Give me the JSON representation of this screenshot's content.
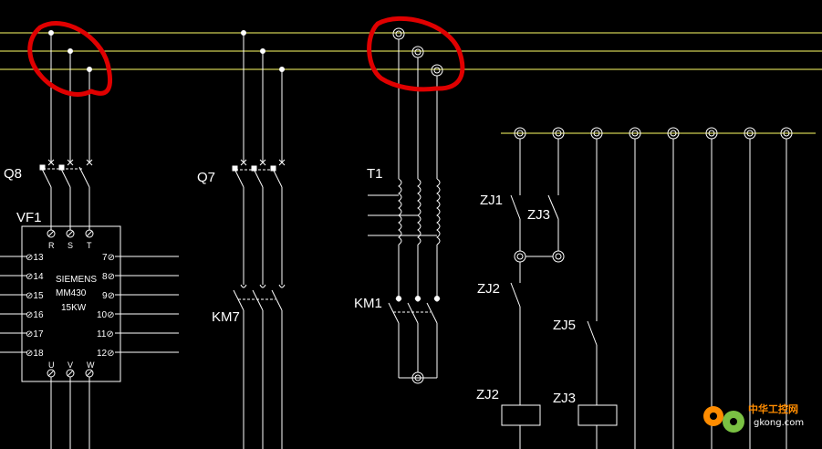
{
  "colors": {
    "background": "#000000",
    "bus_line": "#ffff66",
    "wire": "#ffffff",
    "annotation": "#e00000",
    "logo_orange": "#ff8c00",
    "logo_green": "#7ac143"
  },
  "labels": {
    "q8": "Q8",
    "q7": "Q7",
    "vf1": "VF1",
    "t1": "T1",
    "km7": "KM7",
    "km1": "KM1",
    "zj1": "ZJ1",
    "zj3_contact": "ZJ3",
    "zj2_contact": "ZJ2",
    "zj5": "ZJ5",
    "zj2_coil": "ZJ2",
    "zj3_coil": "ZJ3"
  },
  "vfd": {
    "brand": "SIEMENS",
    "model": "MM430",
    "power": "15KW",
    "input_terminals": [
      "R",
      "S",
      "T"
    ],
    "output_terminals": [
      "U",
      "V",
      "W"
    ],
    "left_terminals": [
      "13",
      "14",
      "15",
      "16",
      "17",
      "18"
    ],
    "right_terminals": [
      "7",
      "8",
      "9",
      "10",
      "11",
      "12"
    ]
  },
  "logo": {
    "cn_text": "中华工控网",
    "en_text": "gkong.com"
  },
  "icons": {
    "logo_mark": "gear-icon"
  }
}
